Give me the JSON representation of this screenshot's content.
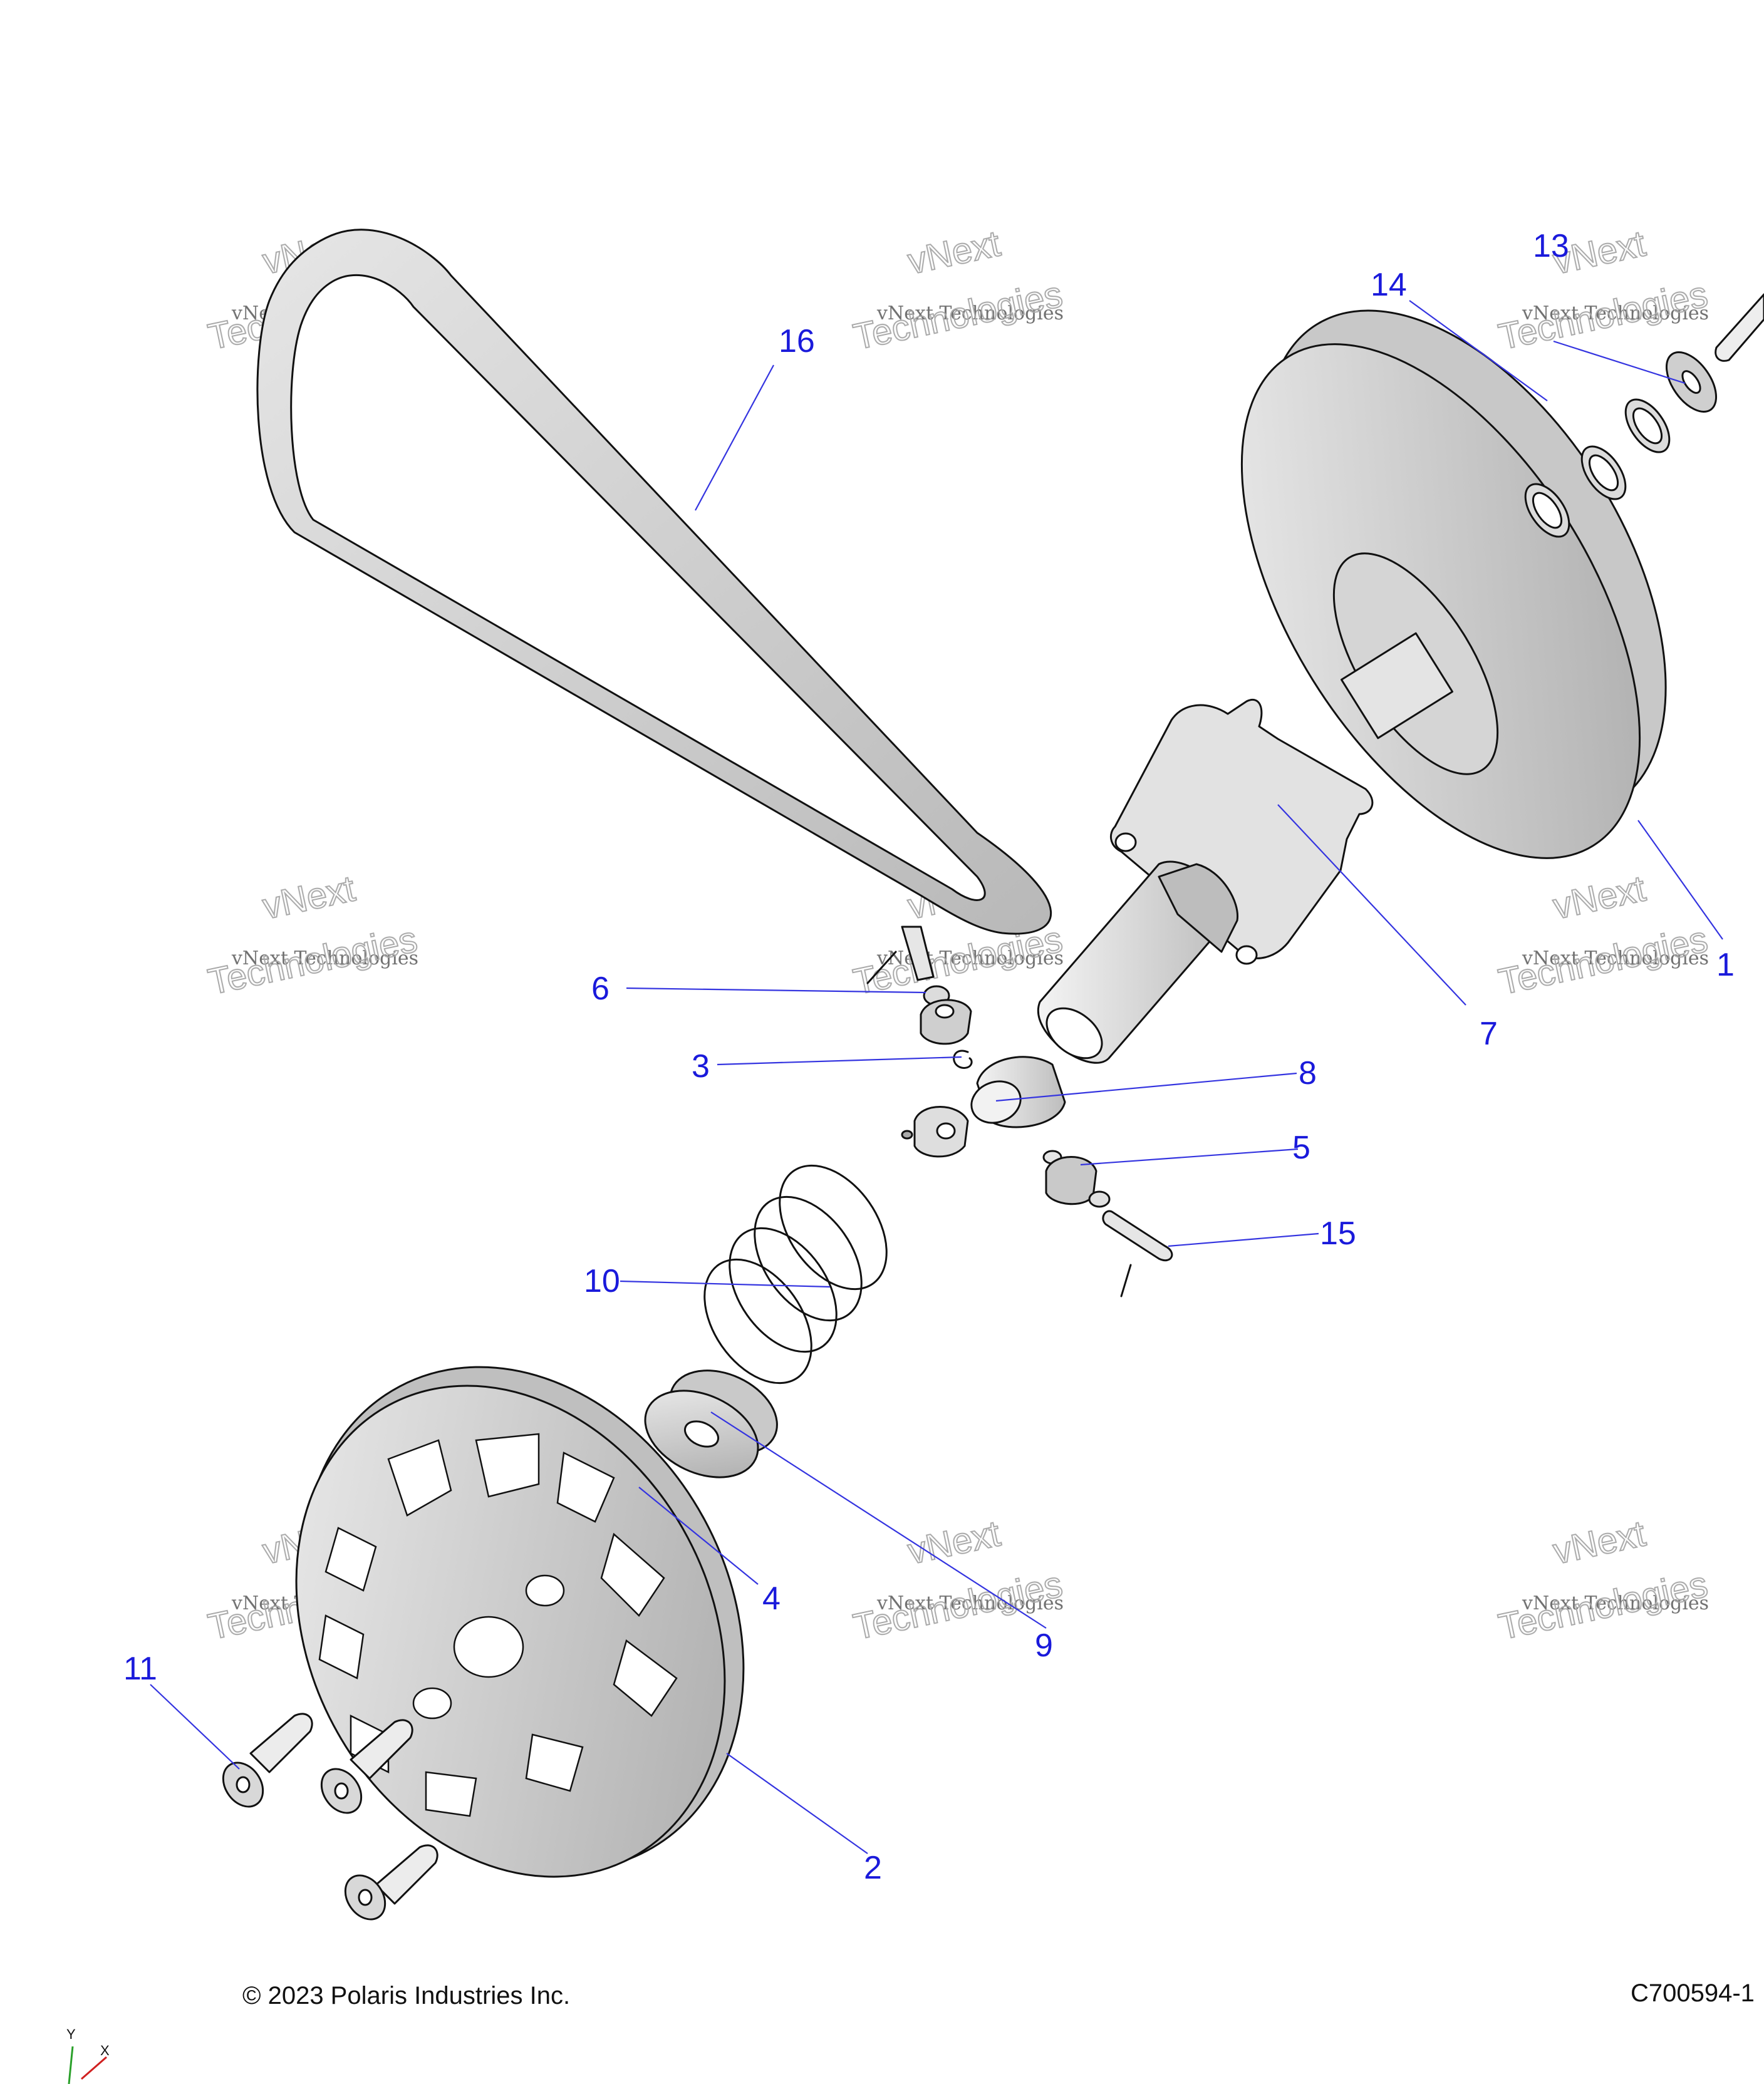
{
  "callouts": {
    "c1": "1",
    "c2": "2",
    "c3": "3",
    "c4": "4",
    "c5": "5",
    "c6": "6",
    "c7": "7",
    "c8": "8",
    "c9": "9",
    "c10": "10",
    "c11": "11",
    "c13": "13",
    "c14": "14",
    "c15": "15",
    "c16": "16"
  },
  "watermark": {
    "line1": "vNext Technologies",
    "line2": "vNext",
    "line3": "Technologies"
  },
  "footer": {
    "copyright": "© 2023 Polaris Industries Inc.",
    "drawing_id": "C700594-1"
  },
  "axis": {
    "y": "Y",
    "x": "X"
  },
  "colors": {
    "callout": "#1a1adb",
    "leader": "#3434e0",
    "part_fill": "#d9d9d9",
    "part_fill_light": "#eeeeee"
  }
}
